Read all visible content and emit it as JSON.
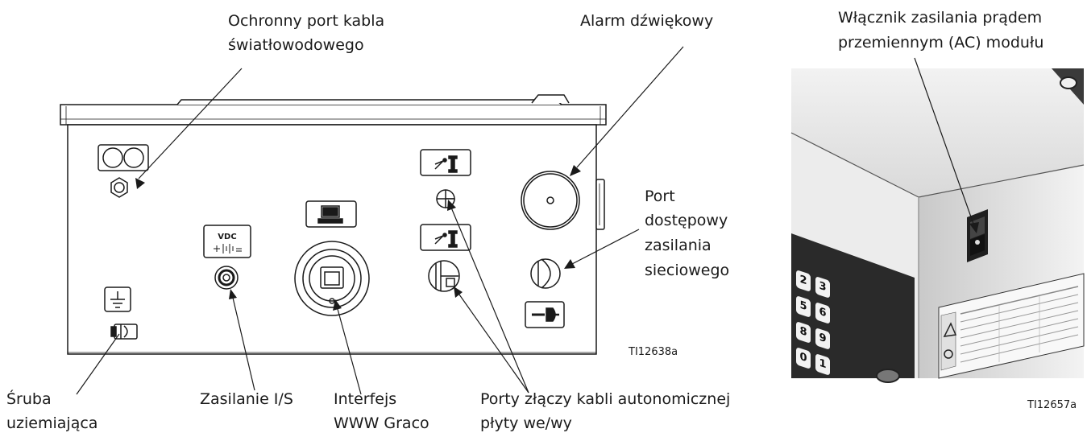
{
  "callouts": {
    "fiber_port": [
      "Ochronny port kabla",
      "światłowodowego"
    ],
    "alarm": [
      "Alarm dźwiękowy"
    ],
    "ac_switch": [
      "Włącznik zasilania prądem",
      "przemiennym (AC) modułu"
    ],
    "power_access": [
      "Port",
      "dostępowy",
      "zasilania",
      "sieciowego"
    ],
    "ground_screw": [
      "Śruba",
      "uziemiająca"
    ],
    "is_power": [
      "Zasilanie I/S"
    ],
    "web_interface": [
      "Interfejs",
      "WWW Graco"
    ],
    "io_ports": [
      "Porty złączy kabli autonomicznej",
      "płyty we/wy"
    ]
  },
  "figure_refs": {
    "left": "TI12638a",
    "right": "TI12657a"
  },
  "panel_symbols": {
    "vdc": "VDC"
  },
  "keypad_keys": [
    "2",
    "3",
    "5",
    "6",
    "8",
    "9",
    "0",
    "1"
  ],
  "colors": {
    "outline": "#1a1a1a",
    "panel_fill": "#ffffff",
    "photo_light": "#e8e8e8",
    "photo_dark": "#2a2a2a"
  }
}
